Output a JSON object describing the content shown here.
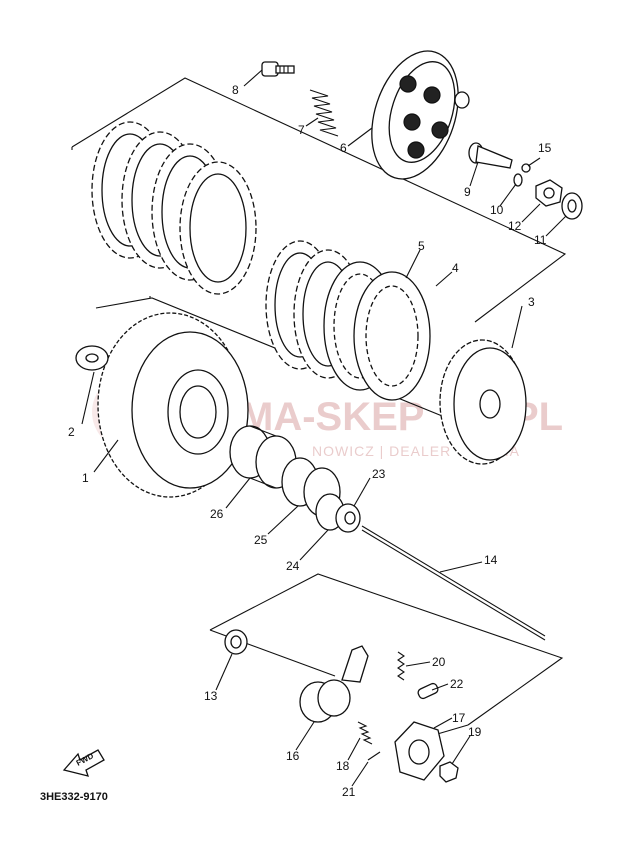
{
  "diagram_code": "3HE332-9170",
  "fwd_label": "FWD",
  "watermark": {
    "main": "MA-SKEP",
    "suffix": "PL",
    "sub": "NOWICZ | DEALER YAMAHA"
  },
  "callouts": [
    {
      "id": "c1",
      "text": "1"
    },
    {
      "id": "c2",
      "text": "2"
    },
    {
      "id": "c3",
      "text": "3"
    },
    {
      "id": "c4",
      "text": "4"
    },
    {
      "id": "c5",
      "text": "5"
    },
    {
      "id": "c6",
      "text": "6"
    },
    {
      "id": "c7",
      "text": "7"
    },
    {
      "id": "c8",
      "text": "8"
    },
    {
      "id": "c9",
      "text": "9"
    },
    {
      "id": "c10",
      "text": "10"
    },
    {
      "id": "c11",
      "text": "11"
    },
    {
      "id": "c12",
      "text": "12"
    },
    {
      "id": "c13",
      "text": "13"
    },
    {
      "id": "c14",
      "text": "14"
    },
    {
      "id": "c15",
      "text": "15"
    },
    {
      "id": "c16",
      "text": "16"
    },
    {
      "id": "c17",
      "text": "17"
    },
    {
      "id": "c18",
      "text": "18"
    },
    {
      "id": "c19",
      "text": "19"
    },
    {
      "id": "c20",
      "text": "20"
    },
    {
      "id": "c21",
      "text": "21"
    },
    {
      "id": "c22",
      "text": "22"
    },
    {
      "id": "c23",
      "text": "23"
    },
    {
      "id": "c24",
      "text": "24"
    },
    {
      "id": "c25",
      "text": "25"
    },
    {
      "id": "c26",
      "text": "26"
    }
  ]
}
